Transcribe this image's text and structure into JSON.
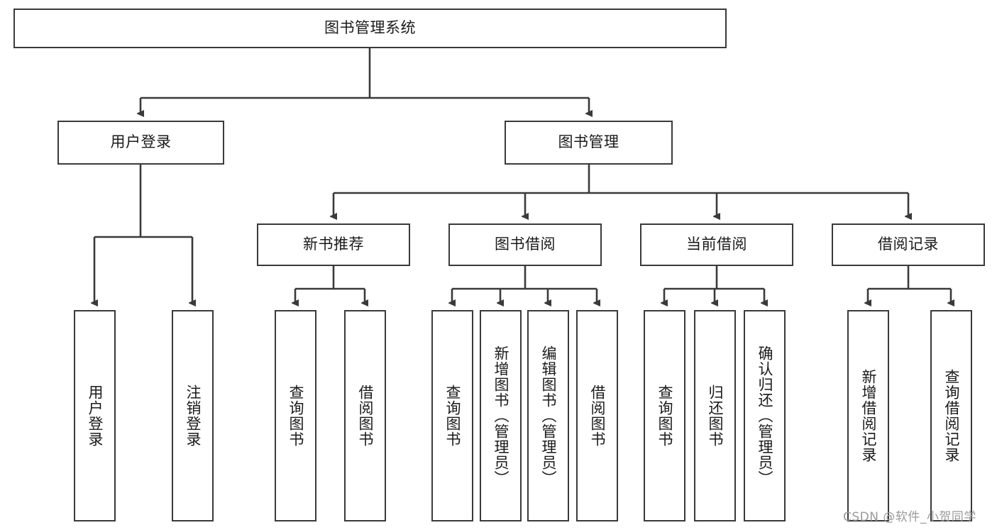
{
  "diagram": {
    "title": "图书管理系统",
    "type": "tree-hierarchy-chart",
    "line_color": "#3a3a3a",
    "box_fill": "#ffffff",
    "text_color": "#1a1a1a",
    "root": {
      "label": "图书管理系统"
    },
    "level1": [
      {
        "label": "用户登录"
      },
      {
        "label": "图书管理"
      }
    ],
    "level2": [
      {
        "label": "新书推荐"
      },
      {
        "label": "图书借阅"
      },
      {
        "label": "当前借阅"
      },
      {
        "label": "借阅记录"
      }
    ],
    "leaves": {
      "user_login": [
        {
          "label": "用户登录"
        },
        {
          "label": "注销登录"
        }
      ],
      "new_book_recommend": [
        {
          "label": "查询图书"
        },
        {
          "label": "借阅图书"
        }
      ],
      "book_borrow": [
        {
          "label": "查询图书"
        },
        {
          "label": "新增图书（管理员）"
        },
        {
          "label": "编辑图书（管理员）"
        },
        {
          "label": "借阅图书"
        }
      ],
      "current_borrow": [
        {
          "label": "查询图书"
        },
        {
          "label": "归还图书"
        },
        {
          "label": "确认归还（管理员）"
        }
      ],
      "borrow_records": [
        {
          "label": "新增借阅记录"
        },
        {
          "label": "查询借阅记录"
        }
      ]
    }
  },
  "watermark": {
    "text": "CSDN @软件_小贺同学",
    "color": "#9a9a9a"
  }
}
